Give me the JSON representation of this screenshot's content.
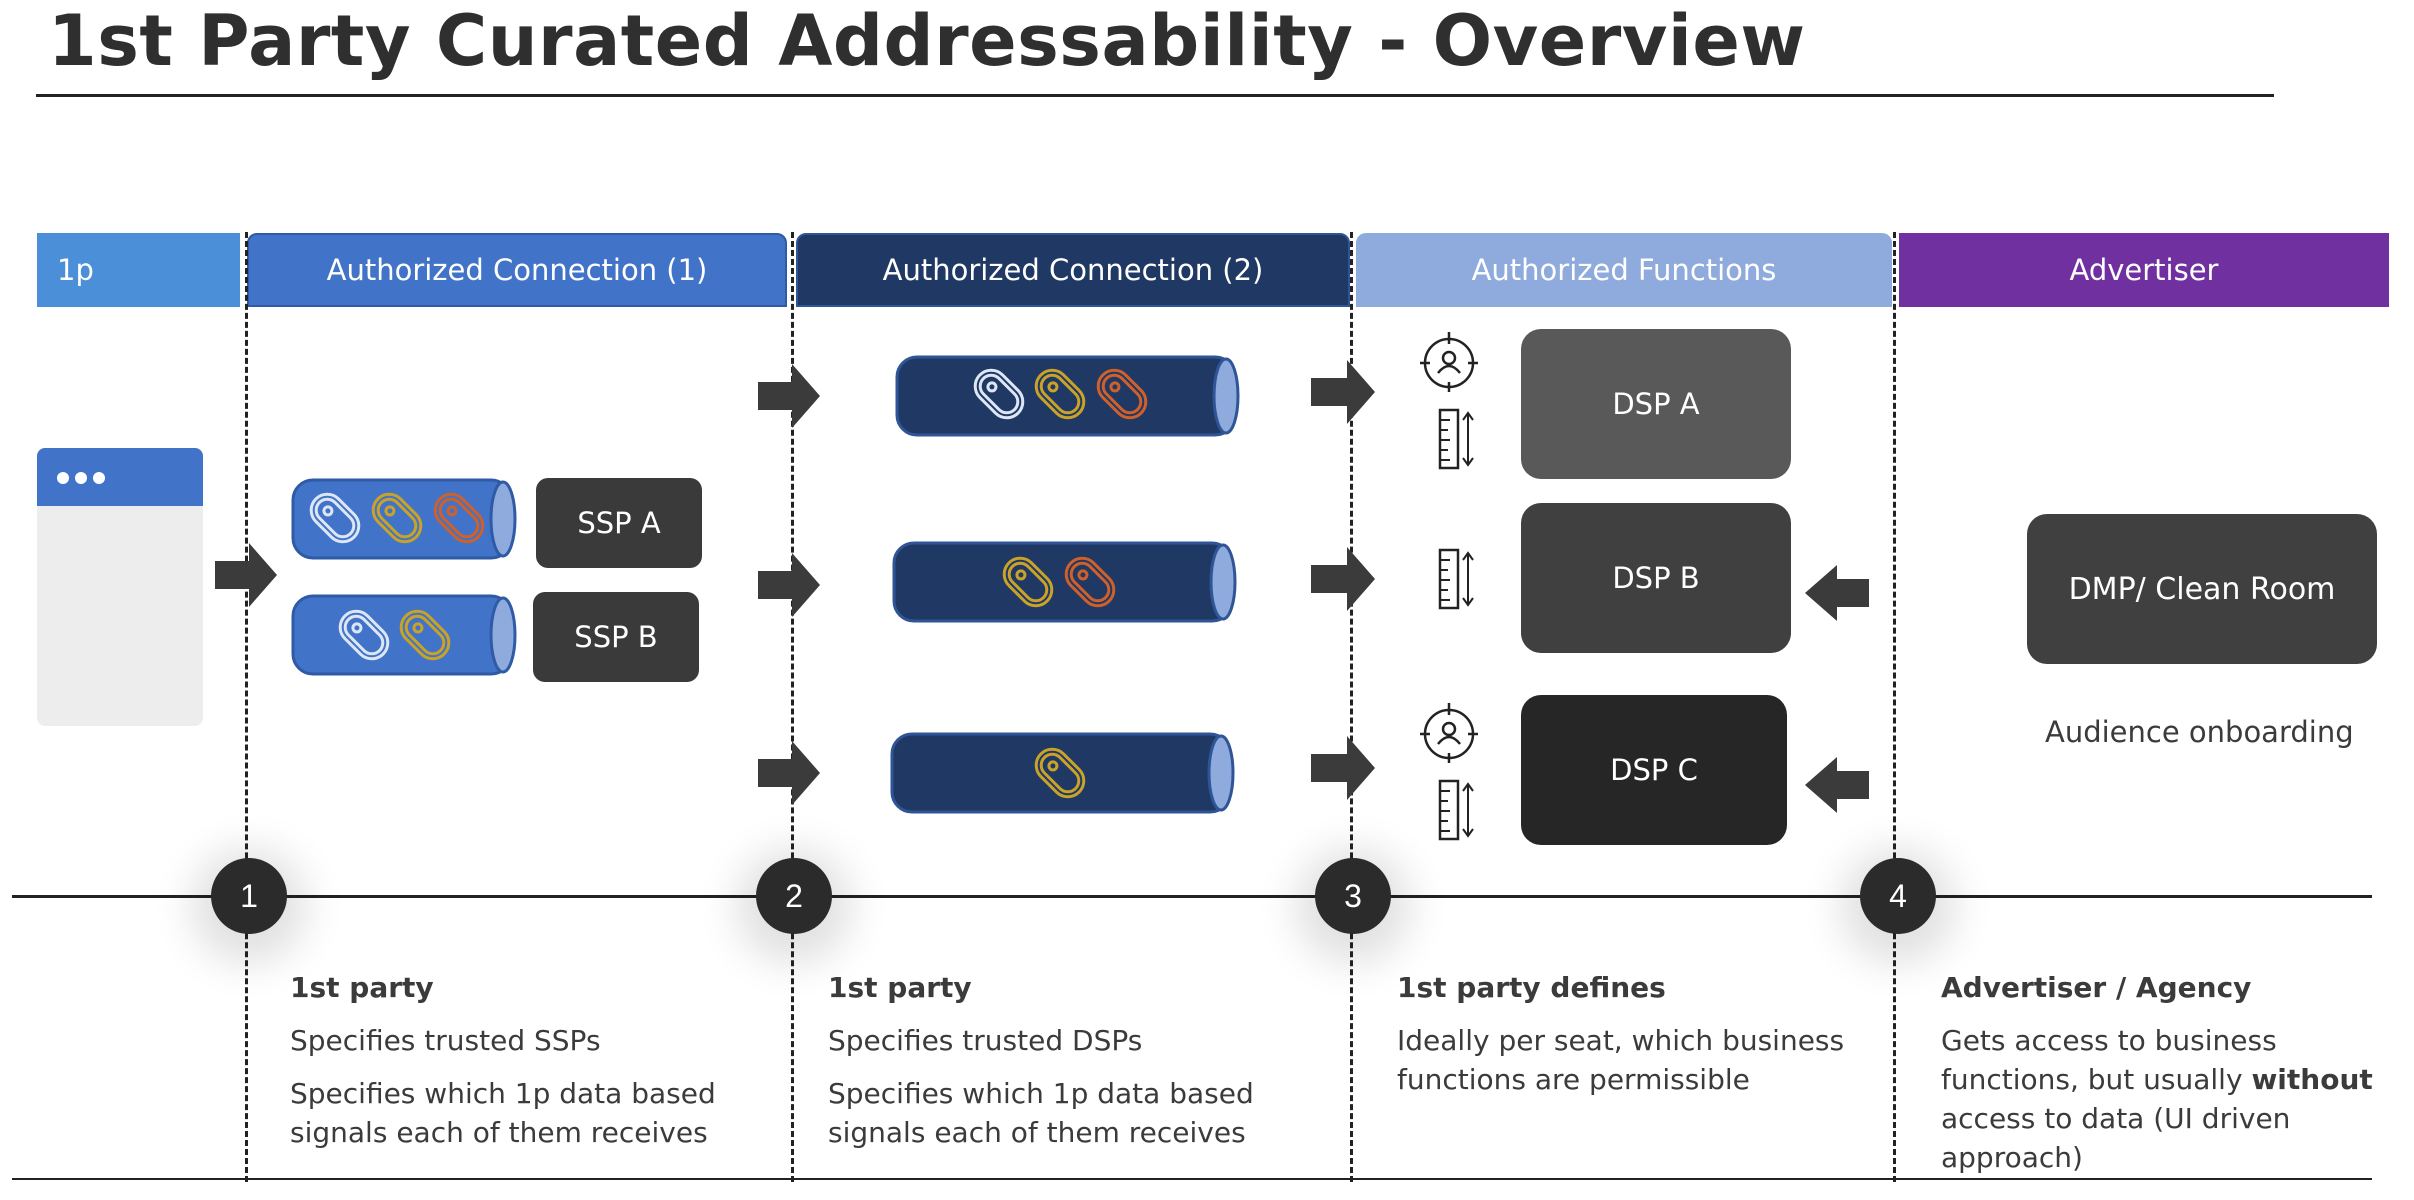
{
  "title": "1st Party Curated Addressability - Overview",
  "headers": {
    "first_party": "1p",
    "auth_conn_1": "Authorized Connection (1)",
    "auth_conn_2": "Authorized Connection (2)",
    "auth_functions": "Authorized Functions",
    "advertiser": "Advertiser"
  },
  "boxes": {
    "ssp_a": "SSP A",
    "ssp_b": "SSP B",
    "dsp_a": "DSP A",
    "dsp_b": "DSP B",
    "dsp_c": "DSP C",
    "dmp": "DMP/ Clean Room"
  },
  "audience_label": "Audience onboarding",
  "steps": [
    "1",
    "2",
    "3",
    "4"
  ],
  "descriptions": {
    "step1": {
      "heading": "1st party",
      "line1": "Specifies trusted SSPs",
      "line2": "Specifies which 1p data based signals each of them receives"
    },
    "step2": {
      "heading": "1st party",
      "line1": "Specifies trusted DSPs",
      "line2": "Specifies which 1p data based signals each of them receives"
    },
    "step3": {
      "heading": "1st party defines",
      "line1": "Ideally per seat, which business functions are permissible"
    },
    "step4": {
      "heading": "Advertiser / Agency",
      "line1_pre": "Gets access to business functions, but usually ",
      "line1_bold": "without",
      "line1_post": " access to data (UI driven approach)"
    }
  },
  "colors": {
    "light_blue": "#4a8fd8",
    "mid_blue": "#4174c8",
    "dark_navy": "#1f3864",
    "pale_blue": "#8faadc",
    "purple": "#7030a0",
    "tag_white": "#dde6f5",
    "tag_gold": "#c9a227",
    "tag_orange": "#d0602a"
  },
  "icons": [
    "browser-window-icon",
    "tag-icon",
    "arrow-right-icon",
    "arrow-left-icon",
    "target-person-icon",
    "ruler-icon"
  ]
}
